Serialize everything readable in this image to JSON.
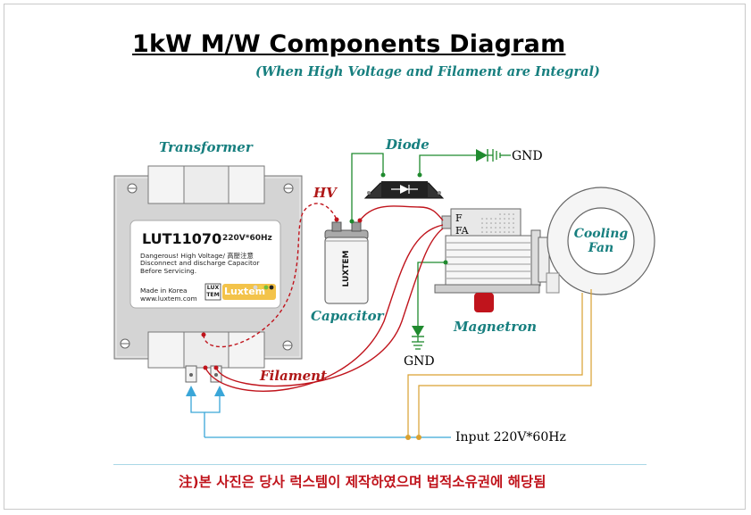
{
  "title": "1kW M/W Components Diagram",
  "subtitle": "(When High Voltage and Filament are Integral)",
  "labels": {
    "transformer": "Transformer",
    "diode": "Diode",
    "hv": "HV",
    "capacitor": "Capacitor",
    "magnetron": "Magnetron",
    "filament": "Filament",
    "cooling_fan_line1": "Cooling",
    "cooling_fan_line2": "Fan",
    "gnd_top": "GND",
    "gnd_bottom": "GND",
    "input": "Input 220V*60Hz",
    "terminal_f": "F",
    "terminal_fa": "FA"
  },
  "transformer_plate": {
    "model": "LUT11070",
    "rating": "220V*60Hz",
    "warning_line1": "Dangerous! High Voltage/ 高壓注意",
    "warning_line2": "Disconnect and discharge Capacitor",
    "warning_line3": "Before Servicing.",
    "made_in": "Made in Korea",
    "website": "www.luxtem.com",
    "logo_mark": "LUX TEM",
    "brand": "Luxtem"
  },
  "capacitor_label": {
    "brand": "LUXTEM"
  },
  "notice": "注)본 사진은 당사 럭스템이 제작하였으며 법적소유권에 해당됨",
  "colors": {
    "teal_text": "#177f7f",
    "red_text": "#b01818",
    "hv_wire": "#c0141c",
    "ground_wire": "#1f8a2e",
    "input_wire": "#3aa6d8",
    "fan_wire": "#d9a030"
  }
}
